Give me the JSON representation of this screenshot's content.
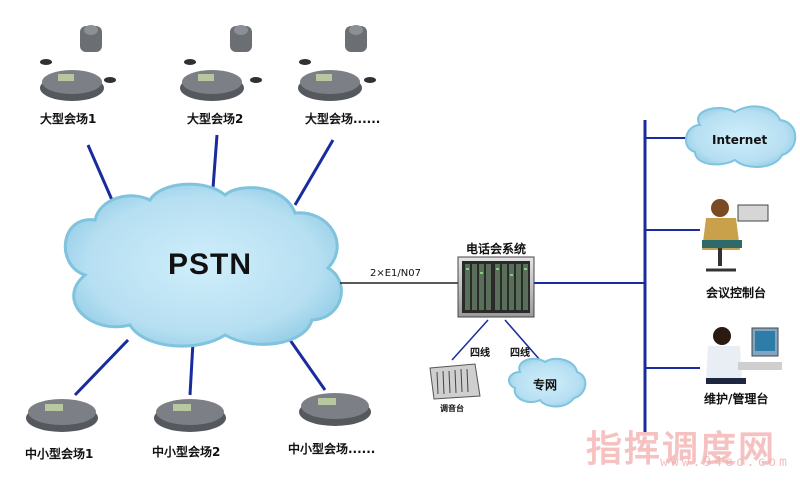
{
  "labels": {
    "pstn": "PSTN",
    "internet": "Internet",
    "large_venue_1": "大型会场1",
    "large_venue_2": "大型会场2",
    "large_venue_more": "大型会场......",
    "small_venue_1": "中小型会场1",
    "small_venue_2": "中小型会场2",
    "small_venue_more": "中小型会场......",
    "link": "2×E1/N07",
    "system": "电话会系统",
    "four_wire_1": "四线",
    "four_wire_2": "四线",
    "mixer": "调音台",
    "private_net": "专网",
    "control_console": "会议控制台",
    "maintenance": "维护/管理台"
  },
  "watermark": {
    "text": "指挥调度网",
    "url": "www.94ec.com"
  },
  "colors": {
    "link_line": "#1a2b9e",
    "cloud_fill": "#b9dff0",
    "cloud_edge": "#7fc3de",
    "bus_line": "#1a2b9e"
  }
}
